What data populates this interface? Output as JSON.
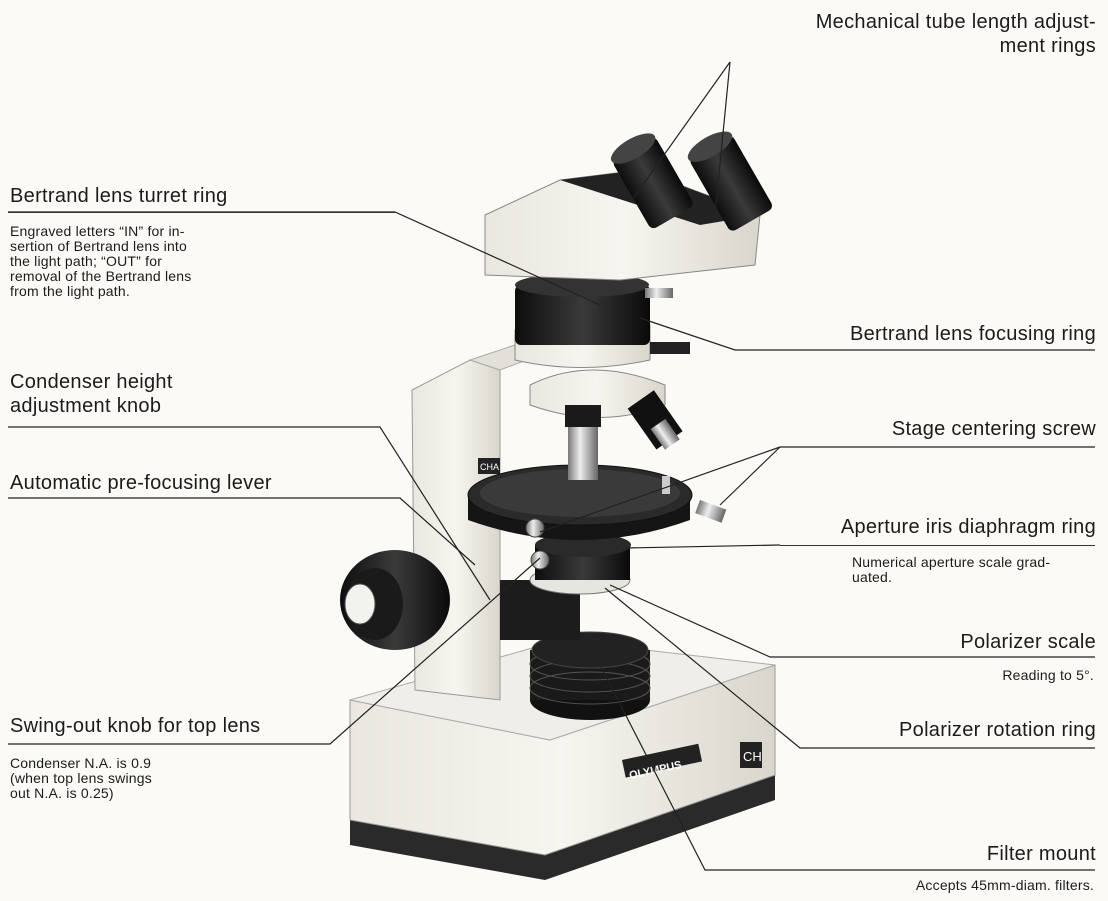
{
  "brand": {
    "logo": "OLYMPUS",
    "model_plate": "CHA",
    "base_plate": "CH"
  },
  "labels": {
    "mech_tube": {
      "line1": "Mechanical tube length adjust-",
      "line2": "ment rings"
    },
    "bertrand_turret": {
      "title": "Bertrand lens turret ring",
      "desc": [
        "Engraved letters “IN” for in-",
        "sertion of Bertrand lens into",
        "the light path; “OUT” for",
        "removal of the Bertrand lens",
        "from the light path."
      ]
    },
    "bertrand_focus": {
      "title": "Bertrand lens focusing ring"
    },
    "condenser_height": {
      "line1": "Condenser height",
      "line2": "adjustment knob"
    },
    "stage_centering": {
      "title": "Stage centering screw"
    },
    "auto_prefocus": {
      "title": "Automatic pre-focusing lever"
    },
    "aperture_iris": {
      "title": "Aperture iris diaphragm ring",
      "desc": [
        "Numerical aperture scale grad-",
        "uated."
      ]
    },
    "polarizer_scale": {
      "title": "Polarizer scale",
      "desc": "Reading to 5°."
    },
    "swing_out": {
      "title": "Swing-out knob for top  lens",
      "desc": [
        "Condenser N.A. is 0.9",
        "(when top lens swings",
        "out N.A. is 0.25)"
      ]
    },
    "polarizer_rotation": {
      "title": "Polarizer rotation ring"
    },
    "filter_mount": {
      "title": "Filter mount",
      "desc": "Accepts 45mm-diam. filters."
    }
  }
}
